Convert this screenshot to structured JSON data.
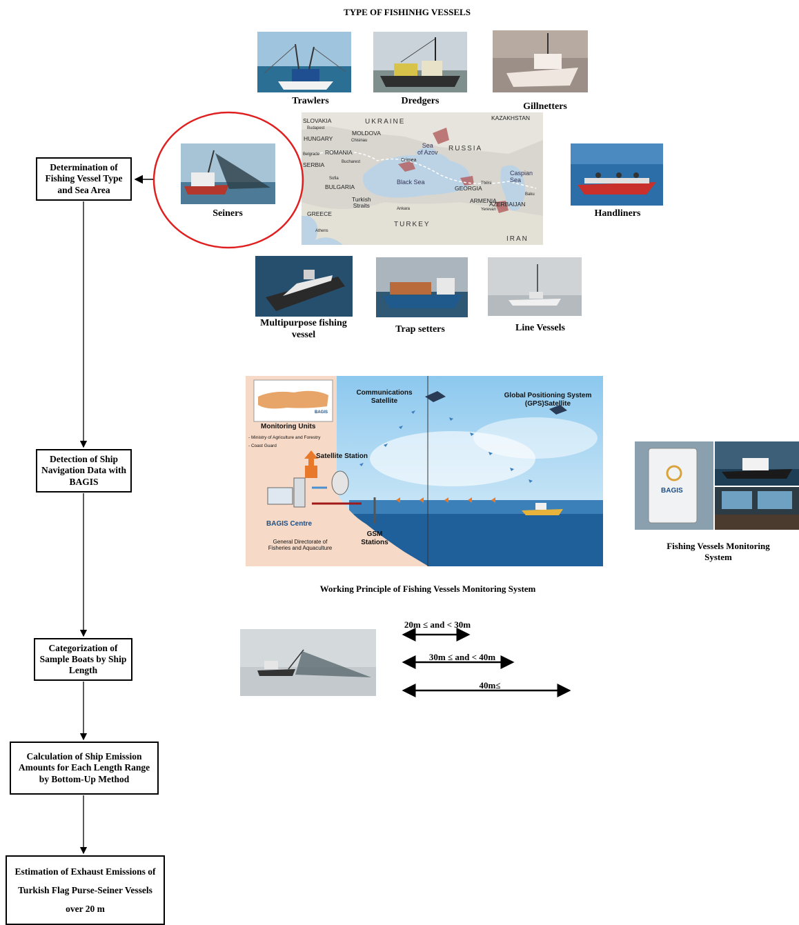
{
  "header": {
    "title": "TYPE OF FISHINHG VESSELS"
  },
  "vessels": {
    "trawlers": "Trawlers",
    "dredgers": "Dredgers",
    "gillnetters": "Gillnetters",
    "seiners": "Seiners",
    "handliners": "Handliners",
    "multipurpose": "Multipurpose fishing vessel",
    "trap_setters": "Trap setters",
    "line_vessels": "Line Vessels"
  },
  "map": {
    "countries": [
      "SLOVAKIA",
      "UKRAINE",
      "KAZAKHSTAN",
      "HUNGARY",
      "MOLDOVA",
      "ROMANIA",
      "SERBIA",
      "BULGARIA",
      "RUSSIA",
      "GEORGIA",
      "ARMENIA",
      "AZERBAIJAN",
      "GREECE",
      "TURKEY",
      "IRAN"
    ],
    "cities": [
      "Budapest",
      "Chisinau",
      "Belgrade",
      "Bucharest",
      "Sofia",
      "Ankara",
      "Athens",
      "Tbilisi",
      "Baku",
      "Yerevan"
    ],
    "seas": [
      "Sea of Azov",
      "Crimea",
      "Black Sea",
      "Caspian Sea",
      "Turkish Straits"
    ]
  },
  "flowchart": {
    "step1": "Determination of Fishing Vessel Type and Sea Area",
    "step2": "Detection of Ship Navigation Data with BAGIS",
    "step3": "Categorization of Sample Boats by Ship Length",
    "step4": "Calculation of Ship Emission Amounts for Each Length Range by Bottom-Up Method",
    "step5": "Estimation of Exhaust Emissions of Turkish Flag Purse-Seiner Vessels over 20 m"
  },
  "monitoring": {
    "comm_satellite": "Communications Satellite",
    "gps_satellite": "Global Positioning System (GPS)Satellite",
    "monitoring_units": "Monitoring Units",
    "unit1": "- Ministry of Agriculture and Forestry",
    "unit2": "- Coast Guard",
    "satellite_station": "Satellite Station",
    "bagis_centre": "BAGIS Centre",
    "directorate": "General Directorate of Fisheries and Aquaculture",
    "gsm_stations": "GSM Stations",
    "map_logo": "BAGIS",
    "device_logo": "BAGIS",
    "caption": "Working Principle of Fishing Vessels Monitoring System",
    "side_caption": "Fishing Vessels Monitoring System"
  },
  "length_ranges": {
    "r1": "20m ≤ and < 30m",
    "r2": "30m ≤ and < 40m",
    "r3": "40m≤"
  },
  "colors": {
    "highlight_circle": "#e02020",
    "sea": "#2a6ea3",
    "sky": "#bfe1f4",
    "arrow_orange": "#e8782a",
    "arrow_dark_red": "#a01818"
  }
}
